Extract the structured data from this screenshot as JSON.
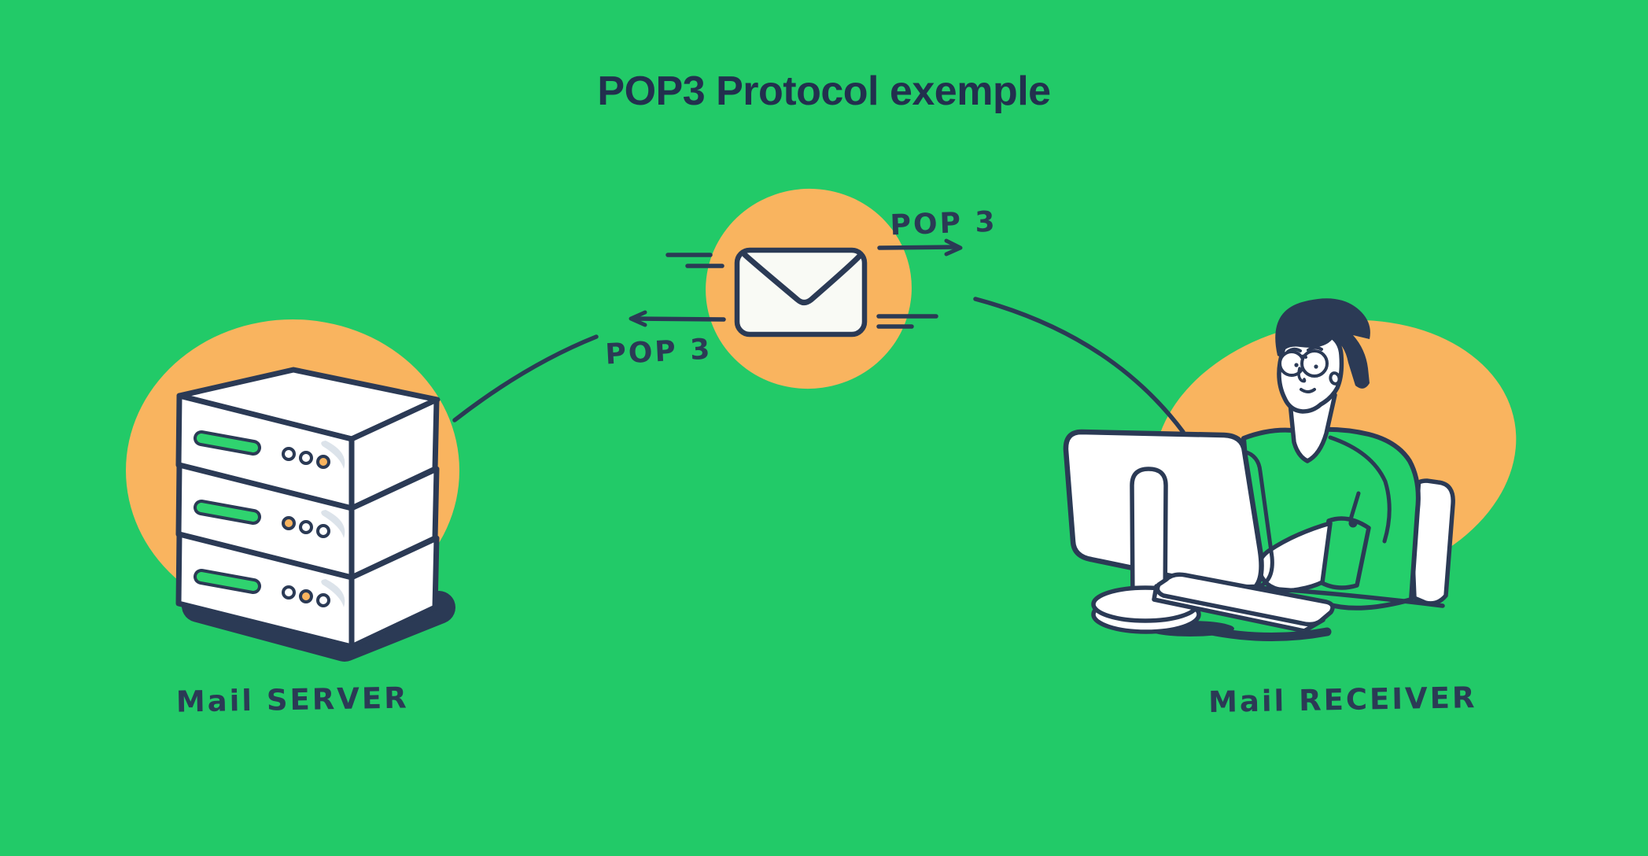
{
  "title": "POP3 Protocol exemple",
  "diagram": {
    "server": {
      "label": "Mail SERVER"
    },
    "message": {
      "to_receiver_label": "POP 3",
      "to_server_label": "POP 3"
    },
    "receiver": {
      "label": "Mail RECEIVER"
    }
  },
  "colors": {
    "background": "#22ca68",
    "accent_orange": "#f9b45f",
    "ink_navy": "#2b3a55",
    "text_navy": "#22304e",
    "surface_white": "#ffffff",
    "envelope_white": "#f9faf5",
    "highlight_gray": "#dce3ea",
    "slot_green": "#2fd36f",
    "shirt_green": "#24cf6b"
  }
}
